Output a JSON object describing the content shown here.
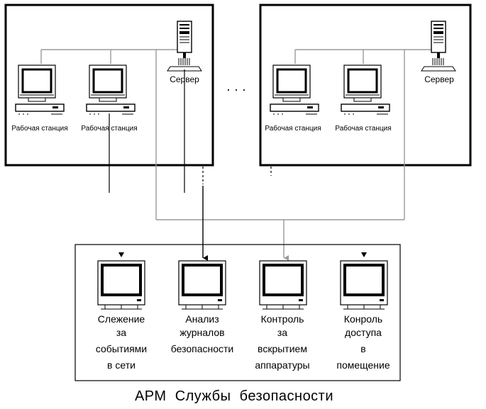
{
  "colors": {
    "line_black": "#000000",
    "line_gray": "#9a9a9a",
    "background": "#ffffff"
  },
  "segments": [
    {
      "name": "left",
      "workstations": [
        {
          "label": "Рабочая станция",
          "icon": "computer-icon"
        },
        {
          "label": "Рабочая станция",
          "icon": "computer-icon"
        }
      ],
      "server": {
        "label": "Сервер",
        "icon": "server-icon"
      }
    },
    {
      "name": "right",
      "workstations": [
        {
          "label": "Рабочая станция",
          "icon": "computer-icon"
        },
        {
          "label": "Рабочая станция",
          "icon": "computer-icon"
        }
      ],
      "server": {
        "label": "Сервер",
        "icon": "server-icon"
      }
    }
  ],
  "ellipsis": "· · ·",
  "security": {
    "caption": "АРМ  Службы  безопасности",
    "monitors": [
      {
        "lines": [
          "Слежение",
          "за",
          "событиями",
          "в  сети"
        ],
        "icon": "monitor-icon"
      },
      {
        "lines": [
          "Анализ",
          "журналов",
          "безопасности"
        ],
        "icon": "monitor-icon"
      },
      {
        "lines": [
          "Контроль",
          "за",
          "вскрытием",
          "аппаратуры"
        ],
        "icon": "monitor-icon"
      },
      {
        "lines": [
          "Конроль",
          "доступа",
          "в",
          "помещение"
        ],
        "icon": "monitor-icon"
      }
    ]
  }
}
